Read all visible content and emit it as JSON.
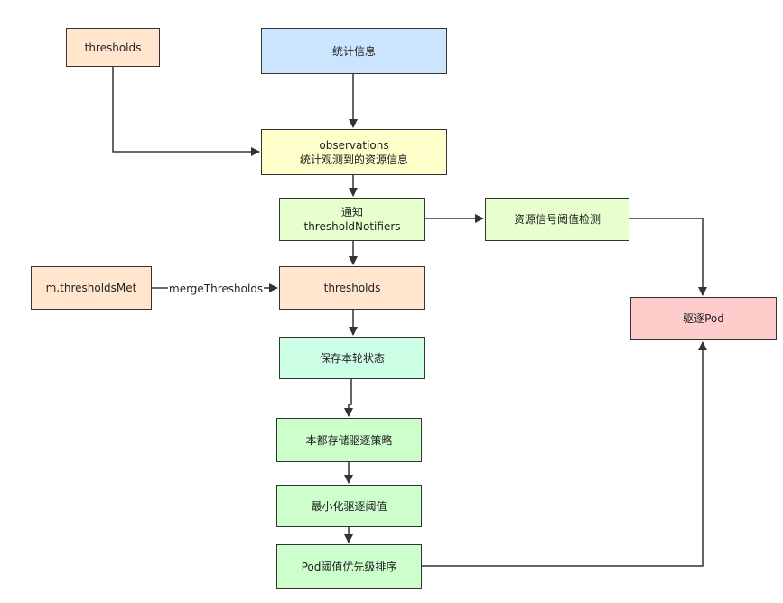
{
  "colors": {
    "blue": "#cce5ff",
    "yellow": "#ffffcc",
    "green": "#e6ffcc",
    "orange": "#ffe6cc",
    "mint": "#ccffe6",
    "green_bright": "#ccffcc",
    "pink": "#ffcccc",
    "stroke": "#333333"
  },
  "nodes": {
    "thresholds_top": {
      "text": "thresholds"
    },
    "stats": {
      "text": "统计信息"
    },
    "observations": {
      "line1": "observations",
      "line2": "统计观测到的资源信息"
    },
    "notifiers": {
      "line1": "通知",
      "line2": "thresholdNotifiers"
    },
    "signal_detect": {
      "text": "资源信号阈值检测"
    },
    "thresholds_met": {
      "text": "m.thresholdsMet"
    },
    "thresholds_mid": {
      "text": "thresholds"
    },
    "save_state": {
      "text": "保存本轮状态"
    },
    "store_strategy": {
      "text": "本都存储驱逐策略"
    },
    "min_threshold": {
      "text": "最小化驱逐阈值"
    },
    "pod_sort": {
      "text": "Pod阈值优先级排序"
    },
    "evict_pod": {
      "text": "驱逐Pod"
    }
  },
  "edge_labels": {
    "merge": "mergeThresholds"
  }
}
